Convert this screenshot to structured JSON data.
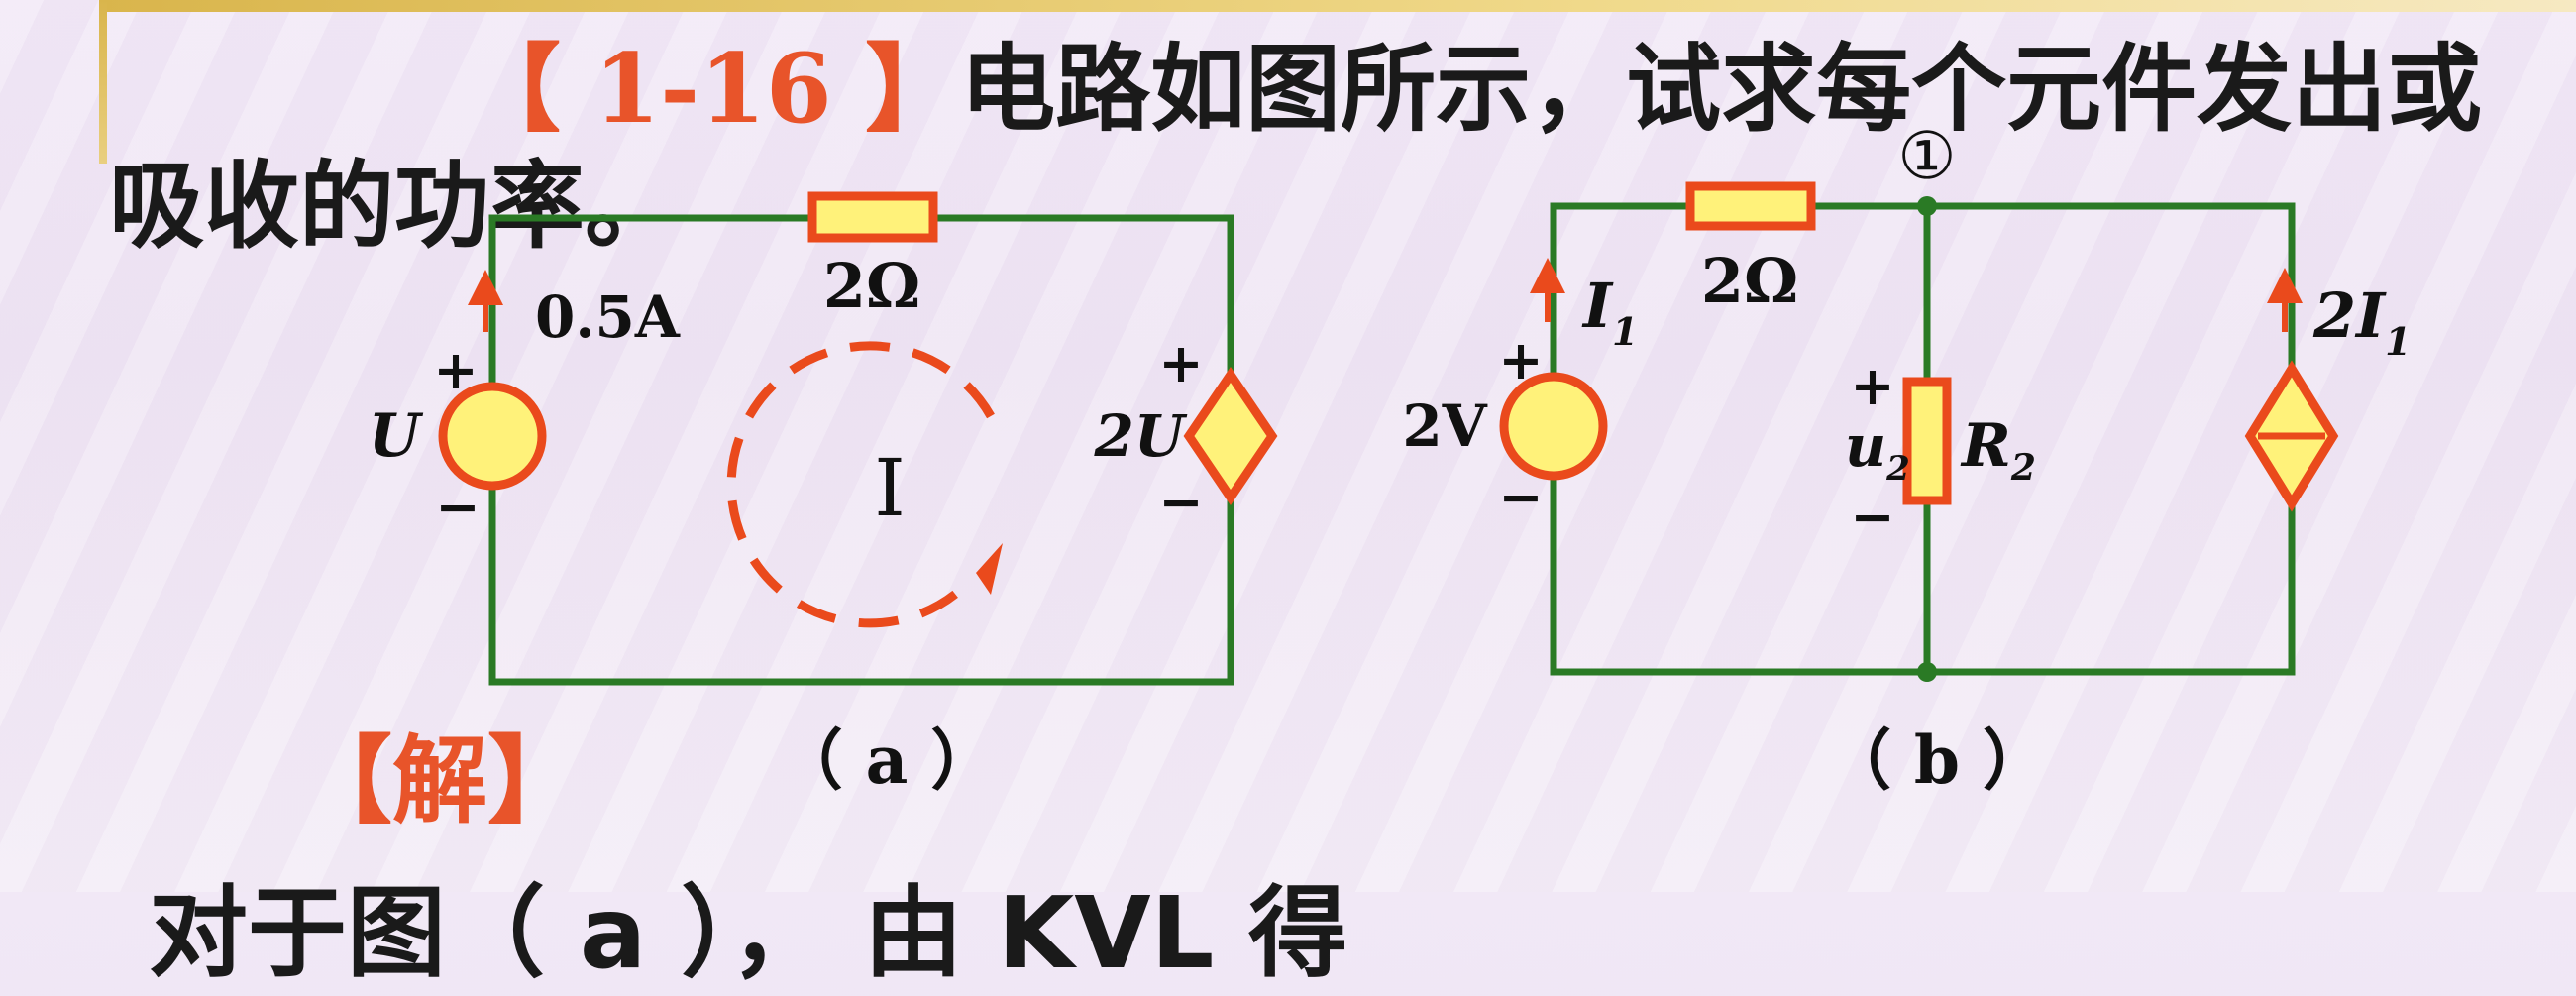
{
  "problem": {
    "number": "【 1-16 】",
    "text_line1": "电路如图所示，试求每个元件发出或",
    "text_line2": "吸收的功率。"
  },
  "solution_label": "【解】",
  "bottom_text": "对于图（ a ）， 由 KVL 得",
  "circuit_a": {
    "caption": "（ a ）",
    "resistor_label": "2Ω",
    "current_label": "0.5A",
    "source_label": "U",
    "dependent_label": "2U",
    "plus": "+",
    "minus": "−",
    "loop_label": "I"
  },
  "circuit_b": {
    "caption": "（ b ）",
    "node_label": "①",
    "resistor_label": "2Ω",
    "source_label": "2V",
    "current_label": "I",
    "current_sub": "1",
    "r2_label": "R",
    "r2_sub": "2",
    "u2_label": "u",
    "u2_sub": "2",
    "dep_current_label": "2I",
    "dep_current_sub": "1",
    "plus": "+",
    "minus": "−"
  },
  "colors": {
    "wire": "#2a7a25",
    "component_stroke": "#ea4a1c",
    "component_fill": "#fff27a",
    "accent": "#e8542a"
  }
}
